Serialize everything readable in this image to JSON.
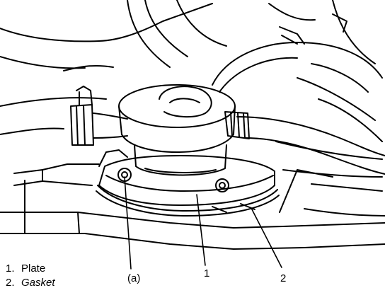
{
  "callouts": {
    "a": "(a)",
    "one": "1",
    "two": "2"
  },
  "legend": [
    {
      "num": "1.",
      "label": "Plate"
    },
    {
      "num": "2.",
      "label": "Gasket"
    }
  ],
  "colors": {
    "ink": "#000000",
    "paper": "#ffffff"
  }
}
